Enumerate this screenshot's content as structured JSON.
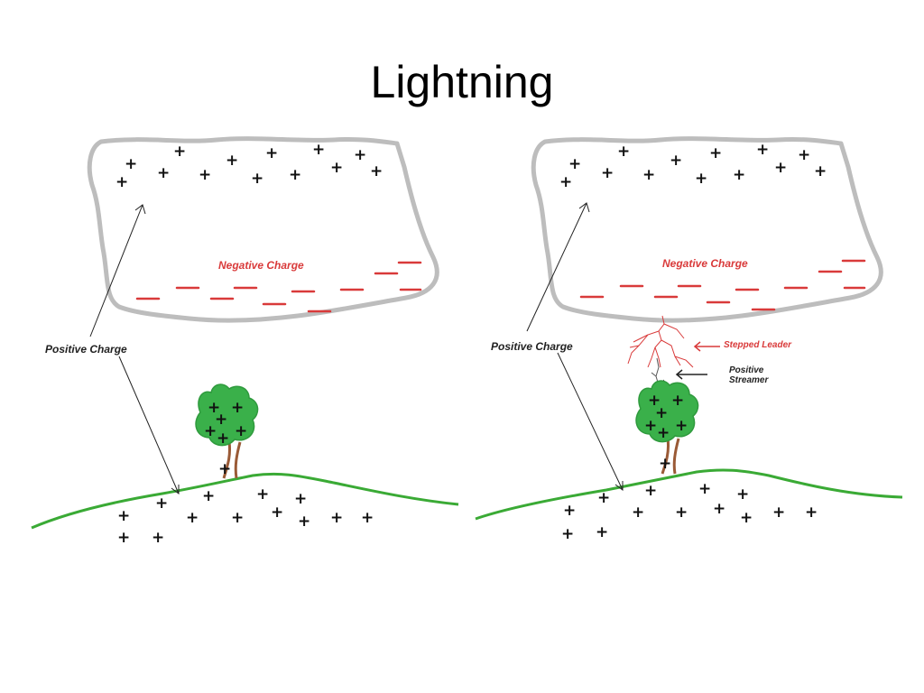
{
  "slide": {
    "title": "Lightning"
  },
  "left_panel": {
    "negative_label": "Negative Charge",
    "positive_label": "Positive Charge"
  },
  "right_panel": {
    "negative_label": "Negative Charge",
    "positive_label": "Positive Charge",
    "stepped_leader_label": "Stepped Leader",
    "positive_streamer_line1": "Positive",
    "positive_streamer_line2": "Streamer"
  },
  "colors": {
    "cloud_outline": "#bdbdbd",
    "negative": "#d93a3a",
    "ground": "#3aaa35",
    "tree_foliage": "#3ab04a",
    "tree_trunk": "#9a5a36"
  },
  "icons": [
    "plus-sign",
    "minus-sign",
    "arrow",
    "tree",
    "cloud",
    "lightning-branch"
  ]
}
